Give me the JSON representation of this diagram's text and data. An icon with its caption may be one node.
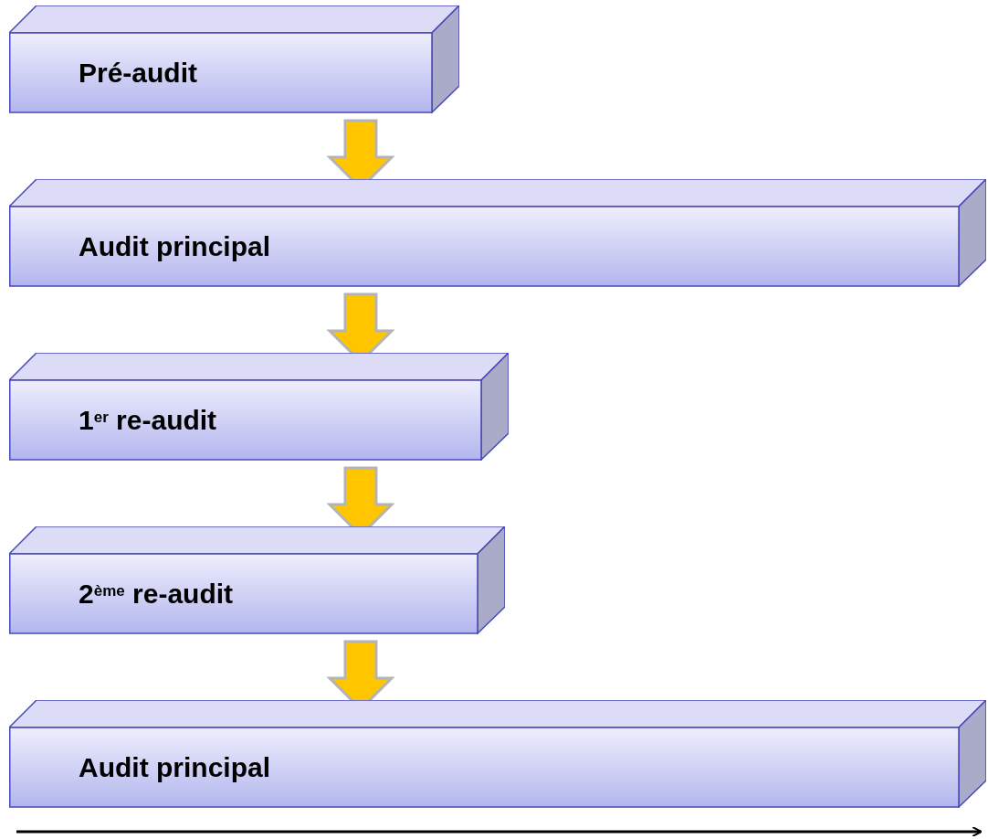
{
  "diagram": {
    "nodes": [
      {
        "text": [
          "Pré-audit"
        ]
      },
      {
        "text": [
          "Audit principal"
        ]
      },
      {
        "text": [
          "1$^{er}$ re-audit"
        ]
      },
      {
        "text": [
          "2$^{ème}$ re-audit"
        ]
      },
      {
        "text": [
          "Audit principal"
        ]
      }
    ],
    "edges": [
      {
        "from": 0,
        "to": 1,
        "arrow": "to"
      },
      {
        "from": 1,
        "to": 2,
        "arrow": "to"
      },
      {
        "from": 2,
        "to": 3,
        "arrow": "to"
      },
      {
        "from": 3,
        "to": 4,
        "arrow": "to"
      }
    ]
  }
}
